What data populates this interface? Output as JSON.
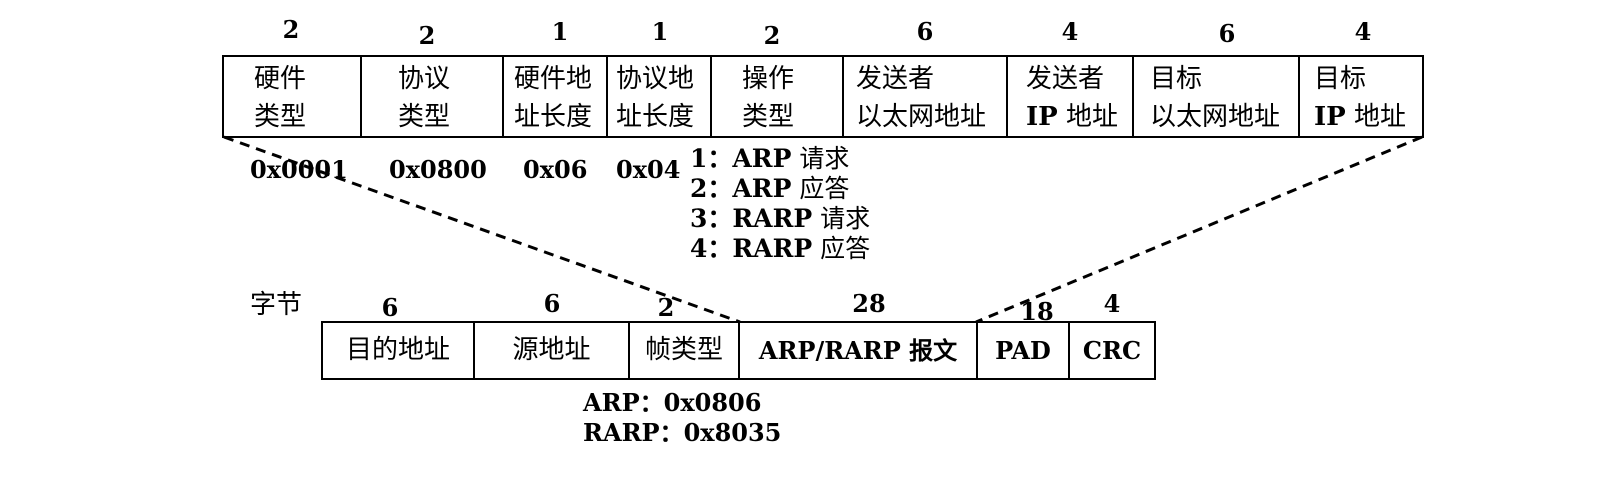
{
  "arp_packet": {
    "sizes": [
      "2",
      "2",
      "1",
      "1",
      "2",
      "6",
      "4",
      "6",
      "4"
    ],
    "fields": [
      {
        "line1": "硬件",
        "line2": "类型"
      },
      {
        "line1": "协议",
        "line2": "类型"
      },
      {
        "line1": "硬件地",
        "line2": "址长度"
      },
      {
        "line1": "协议地",
        "line2": "址长度"
      },
      {
        "line1": "操作",
        "line2": "类型"
      },
      {
        "line1": "发送者",
        "line2": "以太网地址"
      },
      {
        "line1": "发送者",
        "line2_prefix": "IP",
        "line2": " 地址"
      },
      {
        "line1": "目标",
        "line2": "以太网地址"
      },
      {
        "line1": "目标",
        "line2_prefix": "IP",
        "line2": " 地址"
      }
    ],
    "values": [
      "0x0001",
      "0x0800",
      "0x06",
      "0x04"
    ],
    "op_types": [
      {
        "num": "1：",
        "code": "ARP",
        "text": " 请求"
      },
      {
        "num": "2：",
        "code": "ARP",
        "text": " 应答"
      },
      {
        "num": "3：",
        "code": "RARP",
        "text": " 请求"
      },
      {
        "num": "4：",
        "code": "RARP",
        "text": " 应答"
      }
    ]
  },
  "ethernet_frame": {
    "byte_label": "字节",
    "sizes": [
      "6",
      "6",
      "2",
      "28",
      "18",
      "4"
    ],
    "fields": [
      "目的地址",
      "源地址",
      "帧类型",
      "ARP/RARP 报文",
      "PAD",
      "CRC"
    ],
    "frame_types": [
      {
        "label": "ARP：",
        "value": "0x0806"
      },
      {
        "label": "RARP：",
        "value": "0x8035"
      }
    ]
  }
}
